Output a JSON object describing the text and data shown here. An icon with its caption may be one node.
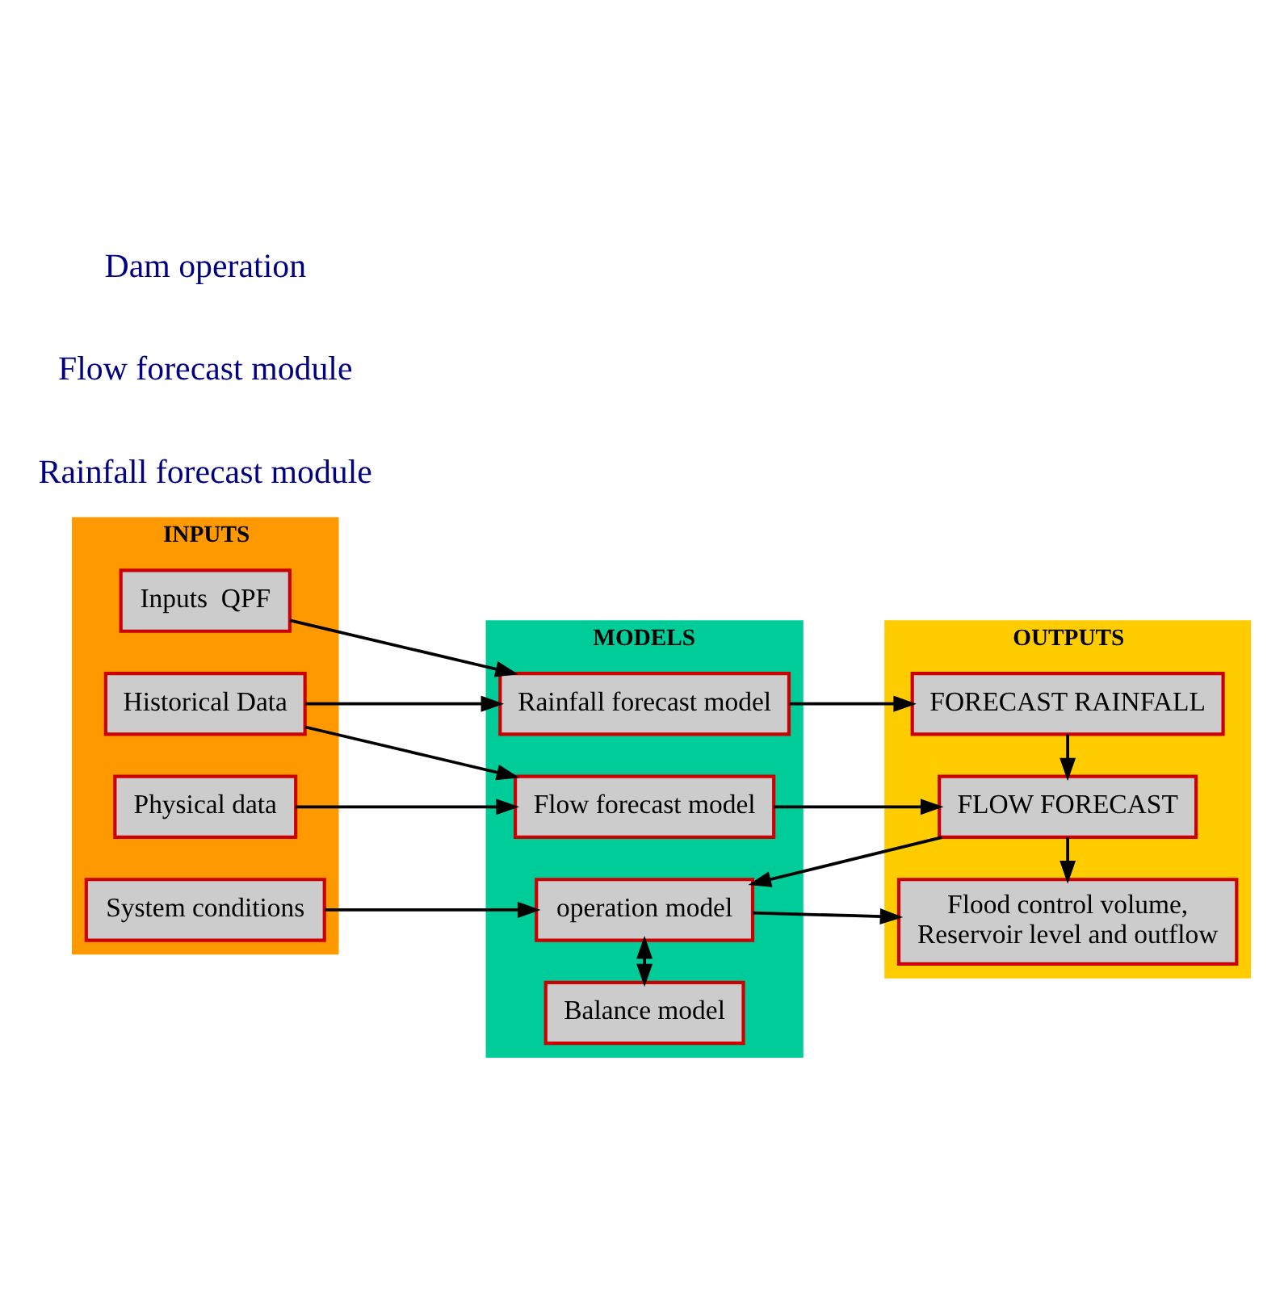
{
  "diagram": {
    "nodes": [
      {
        "text": [
          "INPUTS"
        ]
      },
      {
        "text": [
          "Inputs  QPF"
        ],
        "in": 0
      },
      {
        "text": [
          "Historical Data"
        ],
        "in": 0
      },
      {
        "text": [
          "Physical data"
        ],
        "in": 0
      },
      {
        "text": [
          "System conditions"
        ],
        "in": 0
      },
      {
        "text": [
          "MODELS"
        ]
      },
      {
        "text": [
          "Rainfall forecast model"
        ],
        "in": 5
      },
      {
        "text": [
          "Flow forecast model"
        ],
        "in": 5
      },
      {
        "text": [
          "operation model"
        ],
        "in": 5
      },
      {
        "text": [
          "Balance model"
        ],
        "in": 5
      },
      {
        "text": [
          "OUTPUTS"
        ]
      },
      {
        "text": [
          "FORECAST RAINFALL"
        ],
        "in": 10
      },
      {
        "text": [
          "FLOW FORECAST"
        ],
        "in": 10
      },
      {
        "text": [
          "Flood control volume,",
          "Reservoir level and outflow"
        ],
        "in": 10
      }
    ],
    "edges": [
      {
        "from": 1,
        "to": 6,
        "arrow": "to"
      },
      {
        "from": 2,
        "to": 6,
        "arrow": "to"
      },
      {
        "from": 2,
        "to": 7,
        "arrow": "to"
      },
      {
        "from": 3,
        "to": 7,
        "arrow": "to"
      },
      {
        "from": 6,
        "to": 11,
        "arrow": "to"
      },
      {
        "from": 11,
        "to": 12,
        "arrow": "to"
      },
      {
        "from": 7,
        "to": 12,
        "arrow": "to"
      },
      {
        "from": 12,
        "to": 8,
        "arrow": "to"
      },
      {
        "from": 12,
        "to": 13,
        "arrow": "to"
      },
      {
        "from": 4,
        "to": 8,
        "arrow": "to"
      },
      {
        "from": 8,
        "to": 13,
        "arrow": "to"
      },
      {
        "from": 8,
        "to": 9,
        "arrow": "both"
      }
    ],
    "labels": [
      "Rainfall forecast module",
      "Flow forecast module",
      "Dam operation"
    ]
  }
}
